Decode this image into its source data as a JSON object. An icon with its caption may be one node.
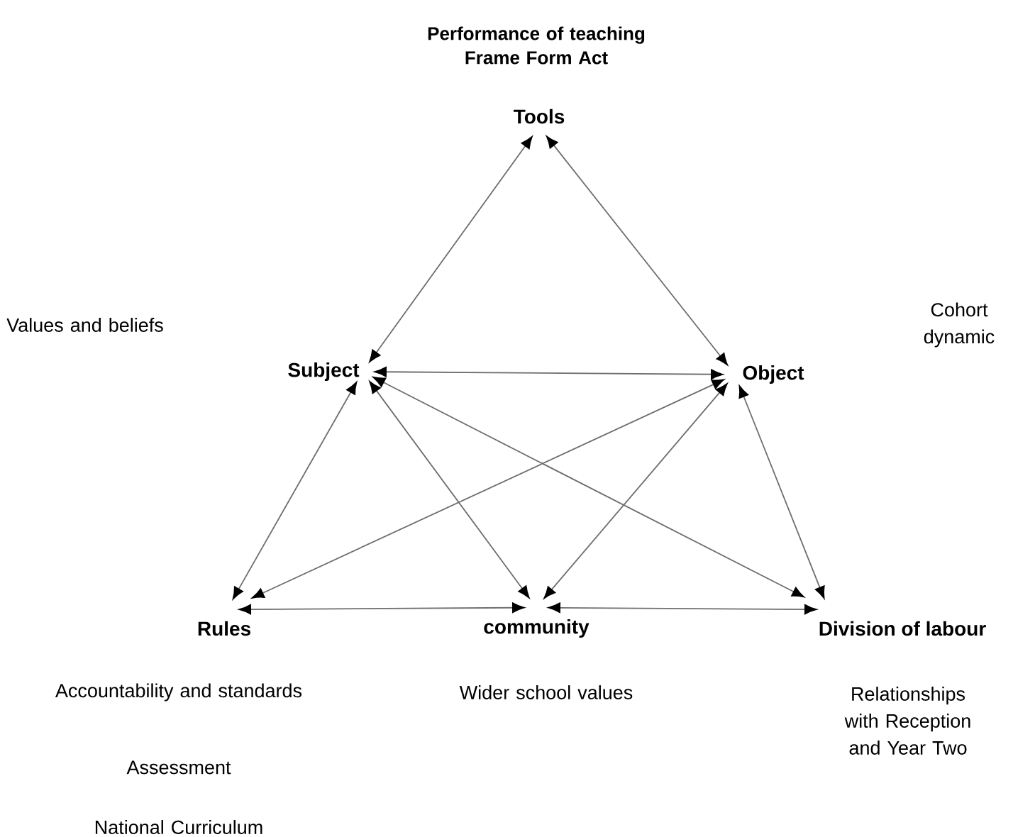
{
  "diagram": {
    "title": "Performance of teaching Frame Form Act",
    "nodes": [
      {
        "text": [
          "Tools"
        ]
      },
      {
        "text": [
          "Subject"
        ]
      },
      {
        "text": [
          "Object"
        ]
      },
      {
        "text": [
          "Rules"
        ]
      },
      {
        "text": [
          "community"
        ]
      },
      {
        "text": [
          "Division of labour"
        ]
      }
    ],
    "edges": [
      {
        "from": 0,
        "to": 1,
        "arrow": "both"
      },
      {
        "from": 0,
        "to": 2,
        "arrow": "both"
      },
      {
        "from": 1,
        "to": 2,
        "arrow": "both"
      },
      {
        "from": 1,
        "to": 3,
        "arrow": "both"
      },
      {
        "from": 1,
        "to": 4,
        "arrow": "both"
      },
      {
        "from": 1,
        "to": 5,
        "arrow": "both"
      },
      {
        "from": 2,
        "to": 3,
        "arrow": "both"
      },
      {
        "from": 2,
        "to": 4,
        "arrow": "both"
      },
      {
        "from": 2,
        "to": 5,
        "arrow": "both"
      },
      {
        "from": 3,
        "to": 4,
        "arrow": "both"
      },
      {
        "from": 4,
        "to": 5,
        "arrow": "both"
      }
    ],
    "labels": [
      "Values and beliefs",
      "Cohort dynamic",
      "Accountability and standards",
      "Wider school values",
      "Relationships with Reception and Year Two",
      "Assessment",
      "National Curriculum"
    ]
  }
}
